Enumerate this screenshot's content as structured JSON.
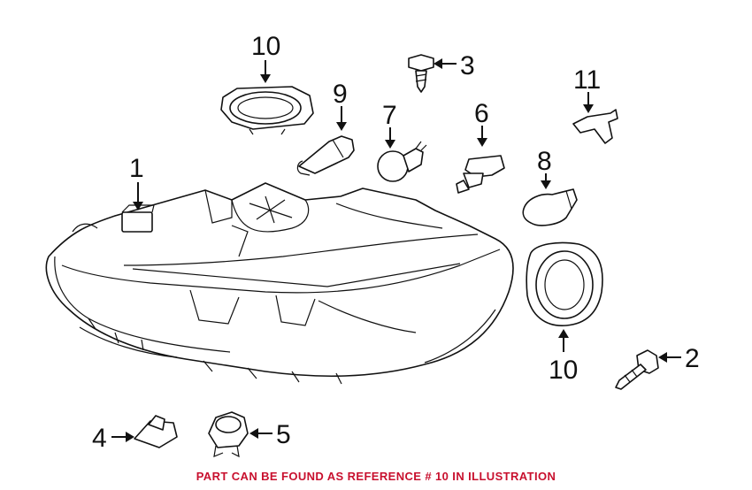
{
  "callouts": {
    "c1": "1",
    "c2": "2",
    "c3": "3",
    "c4": "4",
    "c5": "5",
    "c6": "6",
    "c7": "7",
    "c8": "8",
    "c9": "9",
    "c10_top": "10",
    "c10_bottom": "10",
    "c11": "11"
  },
  "footer_note": "PART CAN BE FOUND AS REFERENCE # 10 IN ILLUSTRATION",
  "colors": {
    "note": "#c8102e",
    "line": "#111111"
  }
}
